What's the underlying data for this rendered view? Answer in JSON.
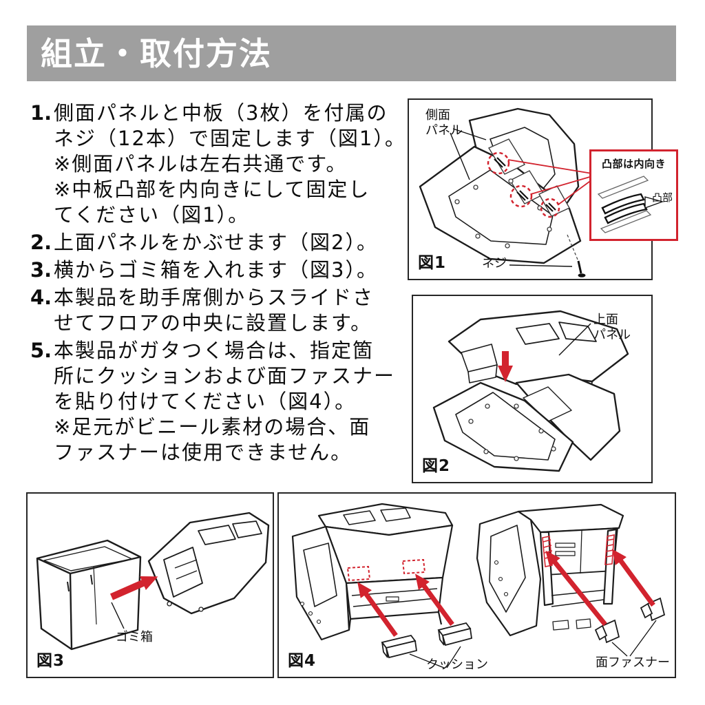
{
  "header": {
    "title": "組立・取付方法"
  },
  "colors": {
    "header_bg": "#9f9f9f",
    "header_text": "#ffffff",
    "accent_red": "#d2232e",
    "line_black": "#1a1a1a"
  },
  "instructions": [
    {
      "number": "1.",
      "lines": [
        "側面パネルと中板（3枚）を付属の",
        "ネジ（12本）で固定します（図1）。",
        "※側面パネルは左右共通です。",
        "※中板凸部を内向きにして固定し",
        "てください（図1）。"
      ]
    },
    {
      "number": "2.",
      "lines": [
        "上面パネルをかぶせます（図2）。"
      ]
    },
    {
      "number": "3.",
      "lines": [
        "横からゴミ箱を入れます（図3）。"
      ]
    },
    {
      "number": "4.",
      "lines": [
        "本製品を助手席側からスライドさ",
        "せてフロアの中央に設置します。"
      ]
    },
    {
      "number": "5.",
      "lines": [
        "本製品がガタつく場合は、指定箇",
        "所にクッションおよび面ファスナー",
        "を貼り付けてください（図4）。",
        "※足元がビニール素材の場合、面",
        "ファスナーは使用できません。"
      ]
    }
  ],
  "figures": {
    "fig1": {
      "caption": "図1",
      "side_panel_line1": "側面",
      "side_panel_line2": "パネル",
      "screw_label": "ネジ",
      "callout_title": "凸部は内向き",
      "callout_part_label": "凸部"
    },
    "fig2": {
      "caption": "図2",
      "top_panel_line1": "上面",
      "top_panel_line2": "パネル"
    },
    "fig3": {
      "caption": "図3",
      "trash_box_label": "ゴミ箱"
    },
    "fig4": {
      "caption": "図4",
      "cushion_label": "クッション",
      "fastener_label": "面ファスナー"
    }
  }
}
